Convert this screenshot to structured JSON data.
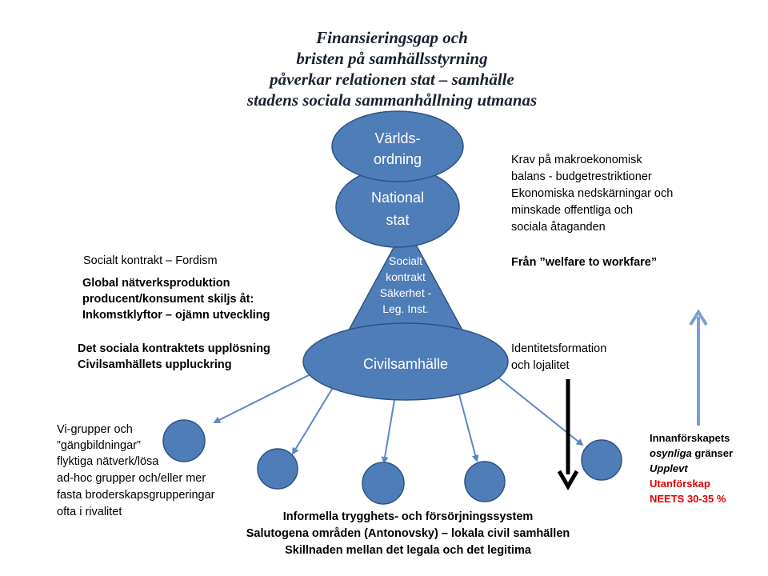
{
  "title": {
    "line1": "Finansieringsgap och",
    "line2": "bristen på samhällsstyrning",
    "line3": "påverkar relationen stat – samhälle",
    "line4": "stadens sociala sammanhållning utmanas"
  },
  "shapes": {
    "varldsordning_line1": "Världs-",
    "varldsordning_line2": "ordning",
    "national_line1": "National",
    "national_line2": "stat",
    "triangle_line1": "Socialt",
    "triangle_line2": "kontrakt",
    "triangle_line3": "Säkerhet -",
    "triangle_line4": "Leg. Inst.",
    "civilsamhalle": "Civilsamhälle"
  },
  "left": {
    "fordism": "Socialt kontrakt – Fordism",
    "global1": "Global nätverksproduktion",
    "global2": "producent/konsument skiljs åt:",
    "global3": "Inkomstklyftor – ojämn utveckling",
    "upplosning1": "Det sociala kontraktets upplösning",
    "upplosning2": "Civilsamhällets uppluckring",
    "vi1": "Vi-grupper och",
    "vi2": "”gängbildningar”",
    "vi3": "flyktiga nätverk/lösa",
    "vi4": "ad-hoc grupper och/eller mer",
    "vi5": "fasta broderskapsgrupperingar",
    "vi6": "ofta i rivalitet"
  },
  "right": {
    "krav1": "Krav på makroekonomisk",
    "krav2": "balans - budgetrestriktioner",
    "krav3": "Ekonomiska nedskärningar och",
    "krav4": "minskade offentliga och",
    "krav5": "sociala åtaganden",
    "welfare": "Från ”welfare to workfare”",
    "ident1": "Identitetsformation",
    "ident2": "och lojalitet",
    "innan1": "Innanförskapets",
    "innan2_italic": "osynliga",
    "innan2_rest": " gränser",
    "innan3": "Upplevt",
    "innan4": "Utanförskap",
    "innan5": "NEETS 30-35 %"
  },
  "bottom": {
    "line1": "Informella trygghets- och försörjningssystem",
    "line2": "Salutogena områden (Antonovsky) – lokala civil samhällen",
    "line3": "Skillnaden mellan det legala och det legitima"
  },
  "colors": {
    "shape_fill": "#4f7db8",
    "shape_stroke": "#2e5486",
    "arrow_light": "#7aa0d4",
    "connector": "#5b87c5",
    "red": "#e00000",
    "black": "#000000"
  }
}
